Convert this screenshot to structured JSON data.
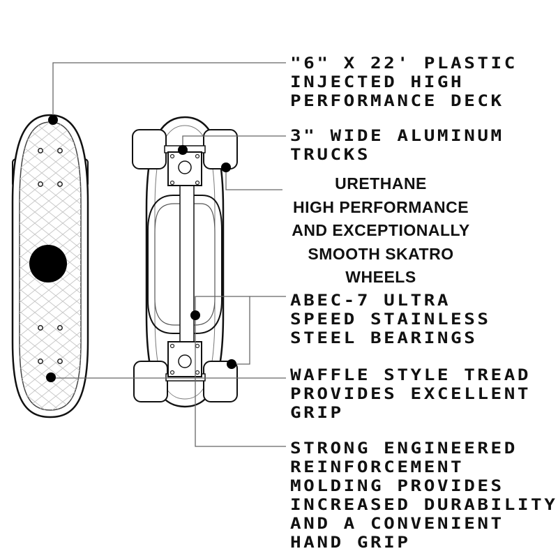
{
  "labels": {
    "deck": "\"6\" X 22' PLASTIC\nINJECTED HIGH\nPERFORMANCE DECK",
    "trucks": "3\" WIDE ALUMINUM\nTRUCKS",
    "wheels": "URETHANE\nHIGH  PERFORMANCE\nAND  EXCEPTIONALLY\nSMOOTH  SKATRO\nWHEELS",
    "bearings": "ABEC-7 ULTRA\nSPEED STAINLESS\nSTEEL BEARINGS",
    "tread": "WAFFLE STYLE TREAD\nPROVIDES EXCELLENT\nGRIP",
    "molding": "STRONG ENGINEERED\nREINFORCEMENT\nMOLDING PROVIDES\nINCREASED DURABILITY\nAND A CONVENIENT\nHAND GRIP"
  },
  "colors": {
    "ink": "#111111",
    "background": "#ffffff"
  }
}
